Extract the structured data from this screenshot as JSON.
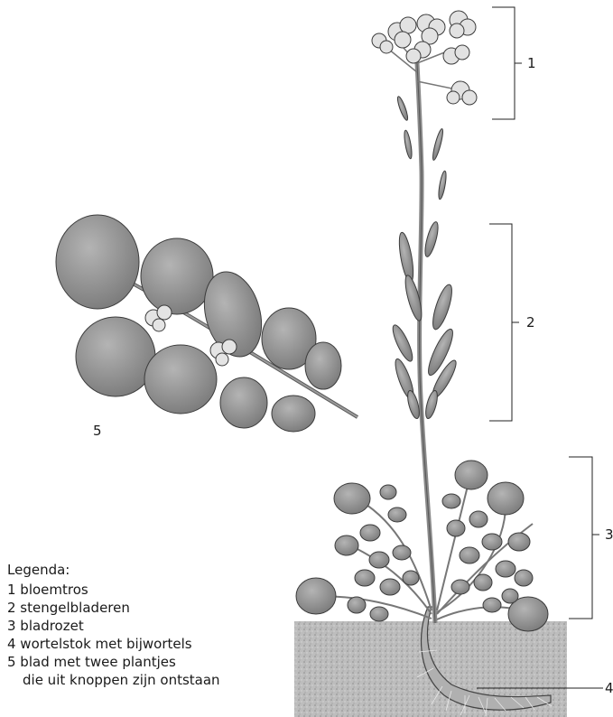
{
  "callouts": {
    "c1": "1",
    "c2": "2",
    "c3": "3",
    "c4": "4",
    "c5": "5"
  },
  "legend": {
    "title": "Legenda:",
    "items": [
      "1 bloemtros",
      "2 stengelbladeren",
      "3 bladrozet",
      "4 wortelstok met bijwortels",
      "5 blad met twee plantjes",
      "die uit knoppen zijn ontstaan"
    ]
  },
  "colors": {
    "soil": "#b9b9b9",
    "leaf": "#8e8e8e",
    "leaf_edge": "#3c3c3c",
    "stem": "#9a9a9a",
    "flower": "#dedede"
  }
}
